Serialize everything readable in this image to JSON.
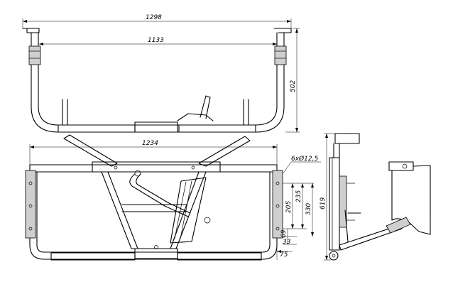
{
  "dimensions": {
    "overall_width": "1298",
    "inner_width": "1133",
    "height": "502",
    "frame_width": "1234",
    "holes": "6xØ12,5",
    "hole_spacing_235": "235",
    "hole_spacing_330": "330",
    "hole_spacing_205": "205",
    "offset_69": "69",
    "offset_33": "33",
    "offset_75": "75",
    "side_height": "619"
  }
}
